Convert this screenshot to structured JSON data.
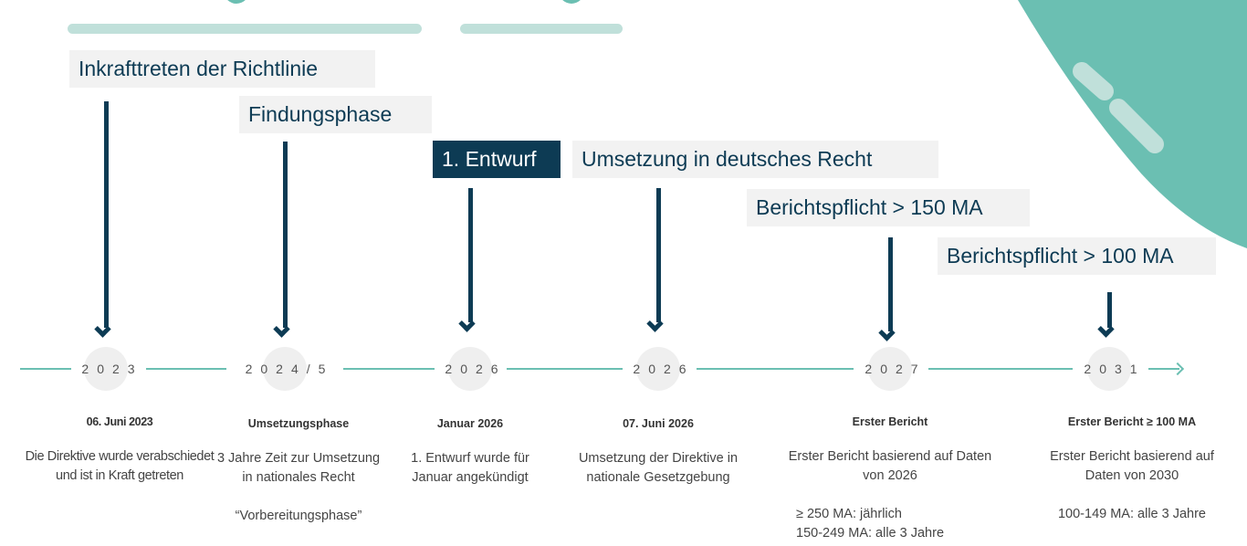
{
  "colors": {
    "teal": "#6bbfb2",
    "light_teal": "#c0e0da",
    "navy": "#0d3b54",
    "label_bg": "#f2f2f2"
  },
  "labels": [
    "Inkrafttreten der Richtlinie",
    "Findungsphase",
    "1. Entwurf",
    "Umsetzung in deutsches Recht",
    "Berichtspflicht > 150 MA",
    "Berichtspflicht > 100 MA"
  ],
  "years": [
    "2023",
    "2024/5",
    "2026",
    "2026",
    "2027",
    "2031"
  ],
  "milestones": [
    {
      "heading": "06. Juni 2023",
      "desc": [
        "Die Direktive wurde verabschiedet",
        "und ist in Kraft getreten"
      ]
    },
    {
      "heading": "Umsetzungsphase",
      "desc": [
        "3 Jahre Zeit zur Umsetzung",
        "in nationales Recht"
      ],
      "extra": [
        "“Vorbereitungsphase”"
      ]
    },
    {
      "heading": "Januar 2026",
      "desc": [
        "1. Entwurf wurde für",
        "Januar angekündigt"
      ]
    },
    {
      "heading": "07. Juni 2026",
      "desc": [
        "Umsetzung der Direktive in",
        "nationale Gesetzgebung"
      ]
    },
    {
      "heading": "Erster Bericht",
      "desc": [
        "Erster Bericht basierend auf Daten",
        "von 2026"
      ],
      "extra": [
        "≥ 250 MA: jährlich",
        "150-249 MA: alle 3 Jahre"
      ]
    },
    {
      "heading": "Erster Bericht ≥ 100 MA",
      "desc": [
        "Erster Bericht basierend auf",
        "Daten von 2030"
      ],
      "extra": [
        "100-149 MA: alle 3 Jahre"
      ]
    }
  ]
}
